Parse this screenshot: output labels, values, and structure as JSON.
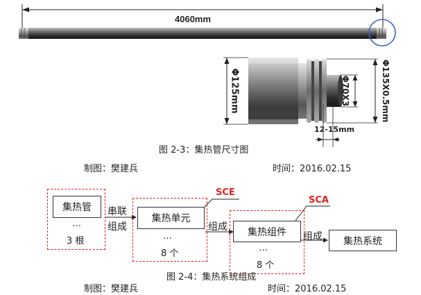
{
  "figure1": {
    "length_dim": "4060mm",
    "dia_outer": "Φ125mm",
    "dia_inner": "Φ70X3",
    "dia_glass": "Φ135X0.5mm",
    "gap_dim": "12-15mm",
    "caption": "图 2-3：集热管尺寸图",
    "maker": "制图：樊建兵",
    "date": "时间：2016.02.15"
  },
  "figure2": {
    "tube": "集热管",
    "tube_dots": "…",
    "tube_count": "3 根",
    "link1_a": "串联",
    "link1_b": "组成",
    "sce_label": "SCE",
    "unit": "集热单元",
    "unit_dots": "…",
    "unit_count": "8 个",
    "link2": "组成",
    "sca_label": "SCA",
    "assembly": "集热组件",
    "assembly_dots": "…",
    "assembly_count": "8 个",
    "link3": "组成",
    "system": "集热系统",
    "caption": "图 2-4：集热系统组成",
    "maker": "制图：樊建兵",
    "date": "时间：2016.02.15"
  }
}
